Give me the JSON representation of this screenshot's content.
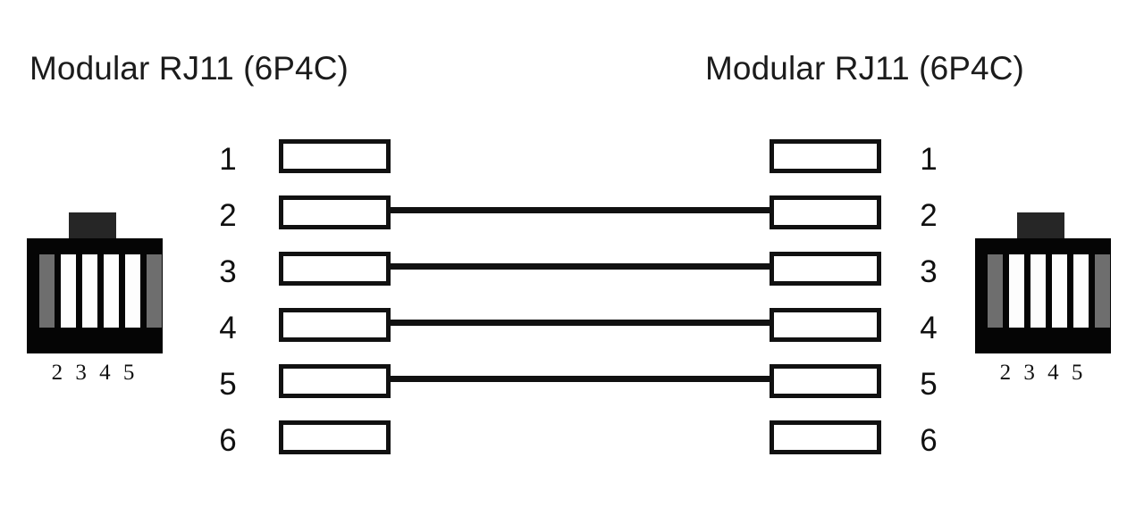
{
  "diagram": {
    "left_title": "Modular RJ11 (6P4C)",
    "right_title": "Modular RJ11 (6P4C)",
    "wiring_type": "straight-through",
    "pin_numbers_left": [
      "1",
      "2",
      "3",
      "4",
      "5",
      "6"
    ],
    "pin_numbers_right": [
      "1",
      "2",
      "3",
      "4",
      "5",
      "6"
    ],
    "connections": [
      {
        "from": "2",
        "to": "2"
      },
      {
        "from": "3",
        "to": "3"
      },
      {
        "from": "4",
        "to": "4"
      },
      {
        "from": "5",
        "to": "5"
      }
    ],
    "unconnected_pins": [
      "1",
      "6"
    ],
    "connector_left": {
      "pin_labels": "2 3 4 5",
      "pin_states": [
        "unused",
        "used",
        "used",
        "used",
        "used",
        "unused"
      ]
    },
    "connector_right": {
      "pin_labels": "2 3 4 5",
      "pin_states": [
        "unused",
        "used",
        "used",
        "used",
        "used",
        "unused"
      ]
    },
    "colors": {
      "background": "#ffffff",
      "line": "#111111",
      "connector_body": "#050505",
      "connector_latch": "#262626",
      "pin_unused": "#6e6e6e",
      "pin_used": "#fdfdfd",
      "text": "#101010"
    }
  }
}
